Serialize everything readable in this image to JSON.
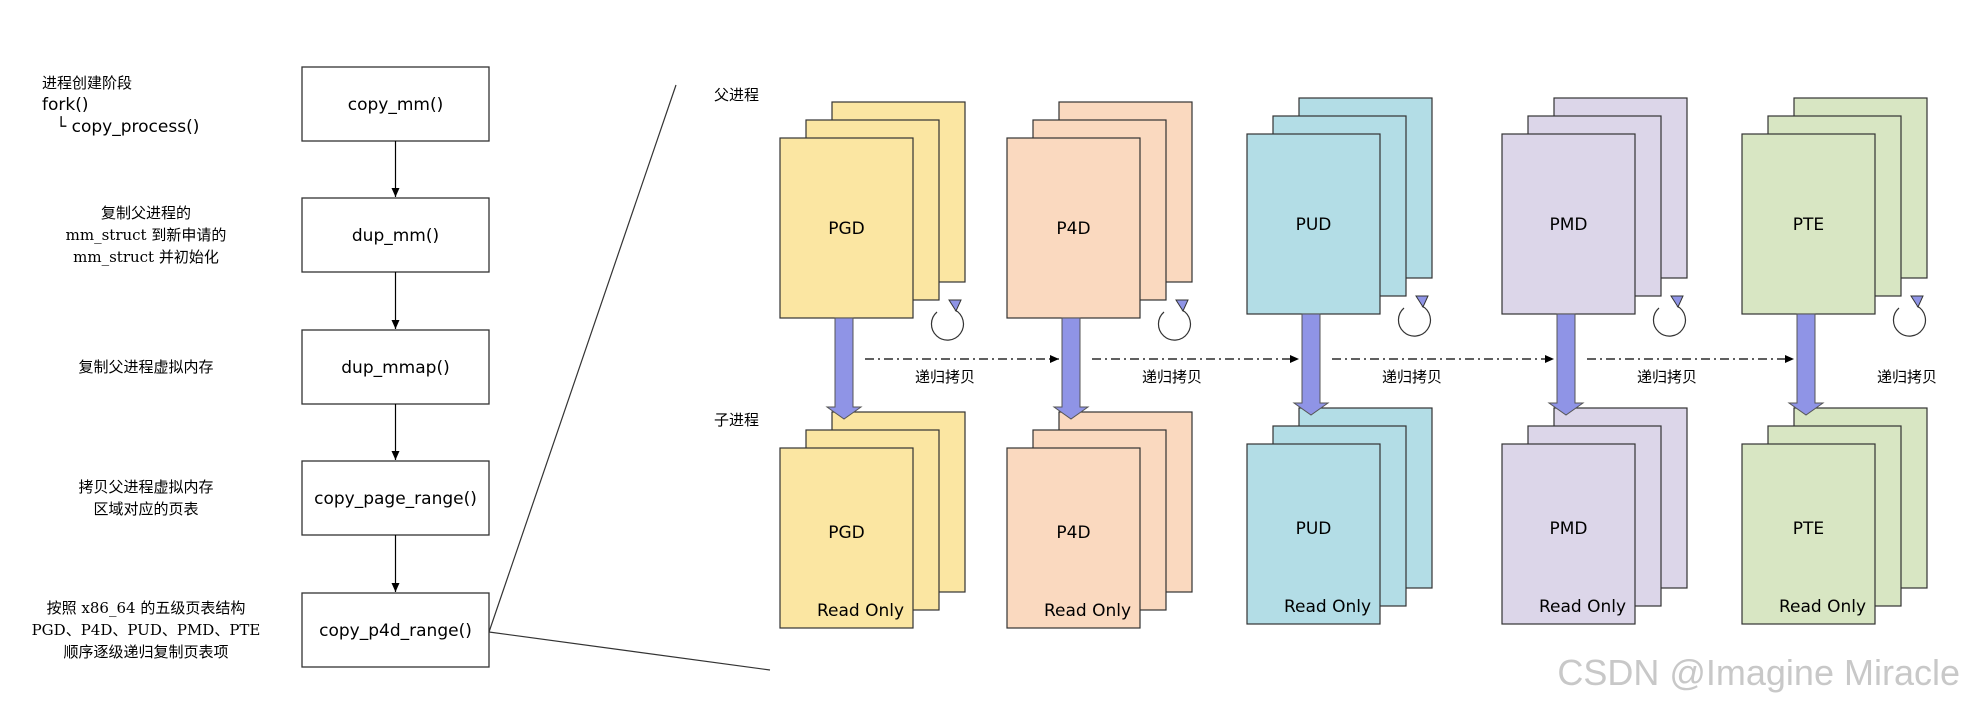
{
  "stage": {
    "title": "进程创建阶段",
    "line1": "fork()",
    "line2": "└ copy_process()"
  },
  "flow": [
    {
      "fn": "copy_mm()",
      "note": []
    },
    {
      "fn": "dup_mm()",
      "note": [
        "复制父进程的",
        "mm_struct 到新申请的",
        "mm_struct 并初始化"
      ]
    },
    {
      "fn": "dup_mmap()",
      "note": [
        "复制父进程虚拟内存"
      ]
    },
    {
      "fn": "copy_page_range()",
      "note": [
        "拷贝父进程虚拟内存",
        "区域对应的页表"
      ]
    },
    {
      "fn": "copy_p4d_range()",
      "note": [
        "按照 x86_64 的五级页表结构",
        "PGD、P4D、PUD、PMD、PTE",
        "顺序逐级递归复制页表项"
      ]
    }
  ],
  "parent_label": "父进程",
  "child_label": "子进程",
  "levels": [
    {
      "name": "PGD",
      "color": "#fbe6a2"
    },
    {
      "name": "P4D",
      "color": "#fad9bf"
    },
    {
      "name": "PUD",
      "color": "#b3dde6"
    },
    {
      "name": "PMD",
      "color": "#dcd6e9"
    },
    {
      "name": "PTE",
      "color": "#d8e6c3"
    }
  ],
  "read_only_label": "Read Only",
  "recursive_copy_label": "递归拷贝",
  "arrow_color": "#8f94e6",
  "watermark": "CSDN @Imagine Miracle"
}
